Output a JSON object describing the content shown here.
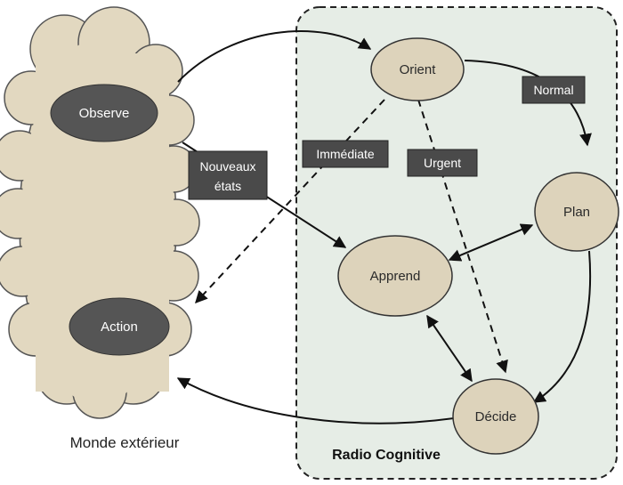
{
  "colors": {
    "region_fill": "#e6ede6",
    "node_fill": "#ddd3bb",
    "dark_fill": "#555555",
    "tag_fill": "#4a4a4a",
    "cloud_fill": "#e2d8c0"
  },
  "world": {
    "observe": "Observe",
    "action": "Action",
    "caption": "Monde extérieur"
  },
  "radio": {
    "caption": "Radio Cognitive"
  },
  "nodes": {
    "orient": "Orient",
    "plan": "Plan",
    "apprend": "Apprend",
    "decide": "Décide"
  },
  "tags": {
    "normal": "Normal",
    "immediate": "Immédiate",
    "urgent": "Urgent",
    "nouveaux_line1": "Nouveaux",
    "nouveaux_line2": "états"
  }
}
